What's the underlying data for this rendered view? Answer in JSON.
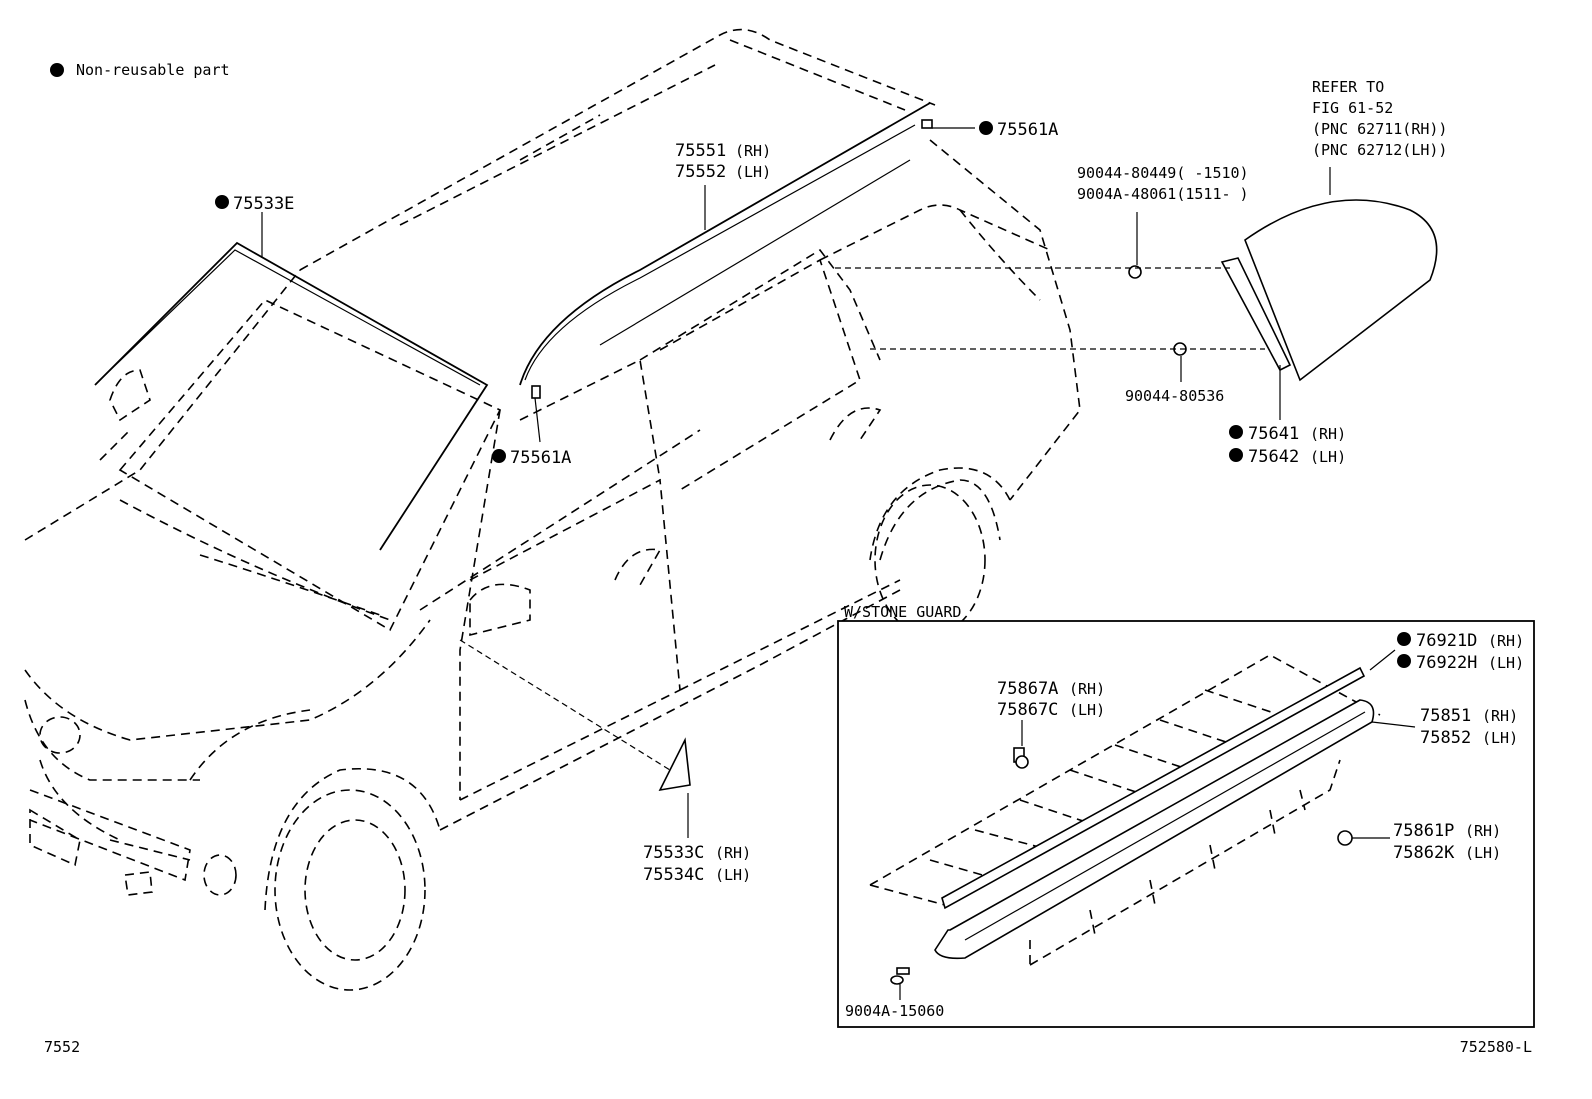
{
  "legend": {
    "text": "Non-reusable part"
  },
  "callouts": {
    "c75533E": "75533E",
    "c75561A_top": "75561A",
    "c75561A_mid": "75561A",
    "c75551": "75551",
    "c75552": "75552",
    "c90044_80449": "90044-80449(    -1510)",
    "c9004A_48061": "9004A-48061(1511-    )",
    "c90044_80536": "90044-80536",
    "c75641": "75641",
    "c75642": "75642",
    "c75533C": "75533C",
    "c75534C": "75534C",
    "refer_line1": "REFER TO",
    "refer_line2": "FIG 61-52",
    "refer_line3": "(PNC 62711(RH))",
    "refer_line4": "(PNC 62712(LH))"
  },
  "inset": {
    "title": "W/STONE GUARD",
    "c76921D": "76921D",
    "c76922H": "76922H",
    "c75867A": "75867A",
    "c75867C": "75867C",
    "c75851": "75851",
    "c75852": "75852",
    "c75861P": "75861P",
    "c75862K": "75862K",
    "c9004A_15060": "9004A-15060"
  },
  "sides": {
    "rh": "(RH)",
    "lh": "(LH)"
  },
  "footer": {
    "left": "7552",
    "right": "752580-L"
  }
}
